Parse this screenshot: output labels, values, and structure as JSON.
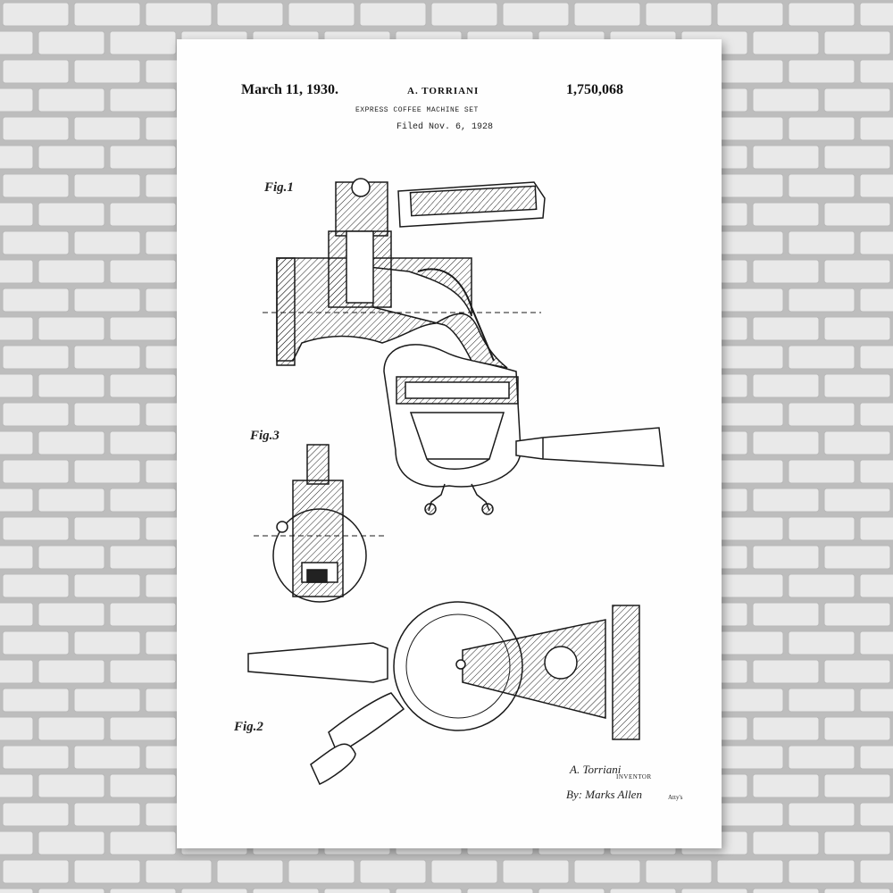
{
  "wall": {
    "brick_color": "#e9e9e9",
    "mortar_color": "#b9b9b9"
  },
  "poster": {
    "background": "#fefefe",
    "ink_color": "#1a1a1a",
    "date": "March 11, 1930.",
    "inventor": "A. TORRIANI",
    "patent_number": "1,750,068",
    "title": "EXPRESS COFFEE MACHINE SET",
    "filed": "Filed Nov. 6, 1928",
    "figures": {
      "fig1_label": "Fig.1",
      "fig2_label": "Fig.2",
      "fig3_label": "Fig.3"
    },
    "signature": {
      "name": "A. Torriani",
      "role": "INVENTOR",
      "by": "By: Marks Allen",
      "atty": "Atty's"
    }
  }
}
